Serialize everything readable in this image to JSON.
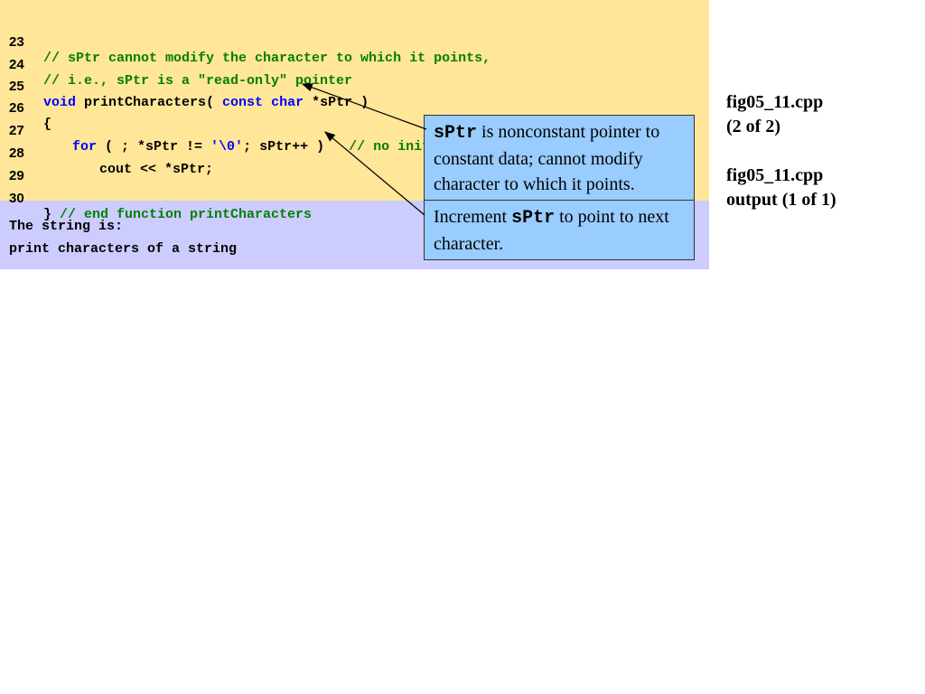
{
  "code": {
    "lines": [
      {
        "num": "23",
        "text": "// sPtr cannot modify the character to which it points,"
      },
      {
        "num": "24",
        "text": "// i.e., sPtr is a \"read-only\" pointer"
      },
      {
        "num": "25",
        "kw1": "void",
        "p1": " printCharacters( ",
        "kw2": "const",
        "p2": " ",
        "kw3": "char",
        "p3": " *sPtr )"
      },
      {
        "num": "26",
        "text": "{"
      },
      {
        "num": "27",
        "kw1": "for",
        "p1": " ( ; *sPtr != ",
        "str": "'\\0'",
        "p2": "; sPtr++ )   ",
        "comment": "// no initialization"
      },
      {
        "num": "28",
        "text": "cout << *sPtr;"
      },
      {
        "num": "29",
        "text": ""
      },
      {
        "num": "30",
        "brace": "}",
        "comment": " // end function printCharacters"
      }
    ]
  },
  "output": {
    "lines": [
      "The string is:",
      "print characters of a string"
    ]
  },
  "side": {
    "line1": "fig05_11.cpp",
    "line2": "(2 of 2)",
    "line3": "fig05_11.cpp",
    "line4": "output (1 of 1)"
  },
  "callout1": {
    "code": "sPtr",
    "text": " is nonconstant pointer to constant data; cannot modify character to which it points."
  },
  "callout2": {
    "pre": "Increment ",
    "code": "sPtr",
    "post": " to point to next character."
  },
  "colors": {
    "code_bg": "#ffe699",
    "output_bg": "#ccccff",
    "callout_bg": "#99ccff",
    "comment": "#008000",
    "keyword": "#0000ff"
  }
}
